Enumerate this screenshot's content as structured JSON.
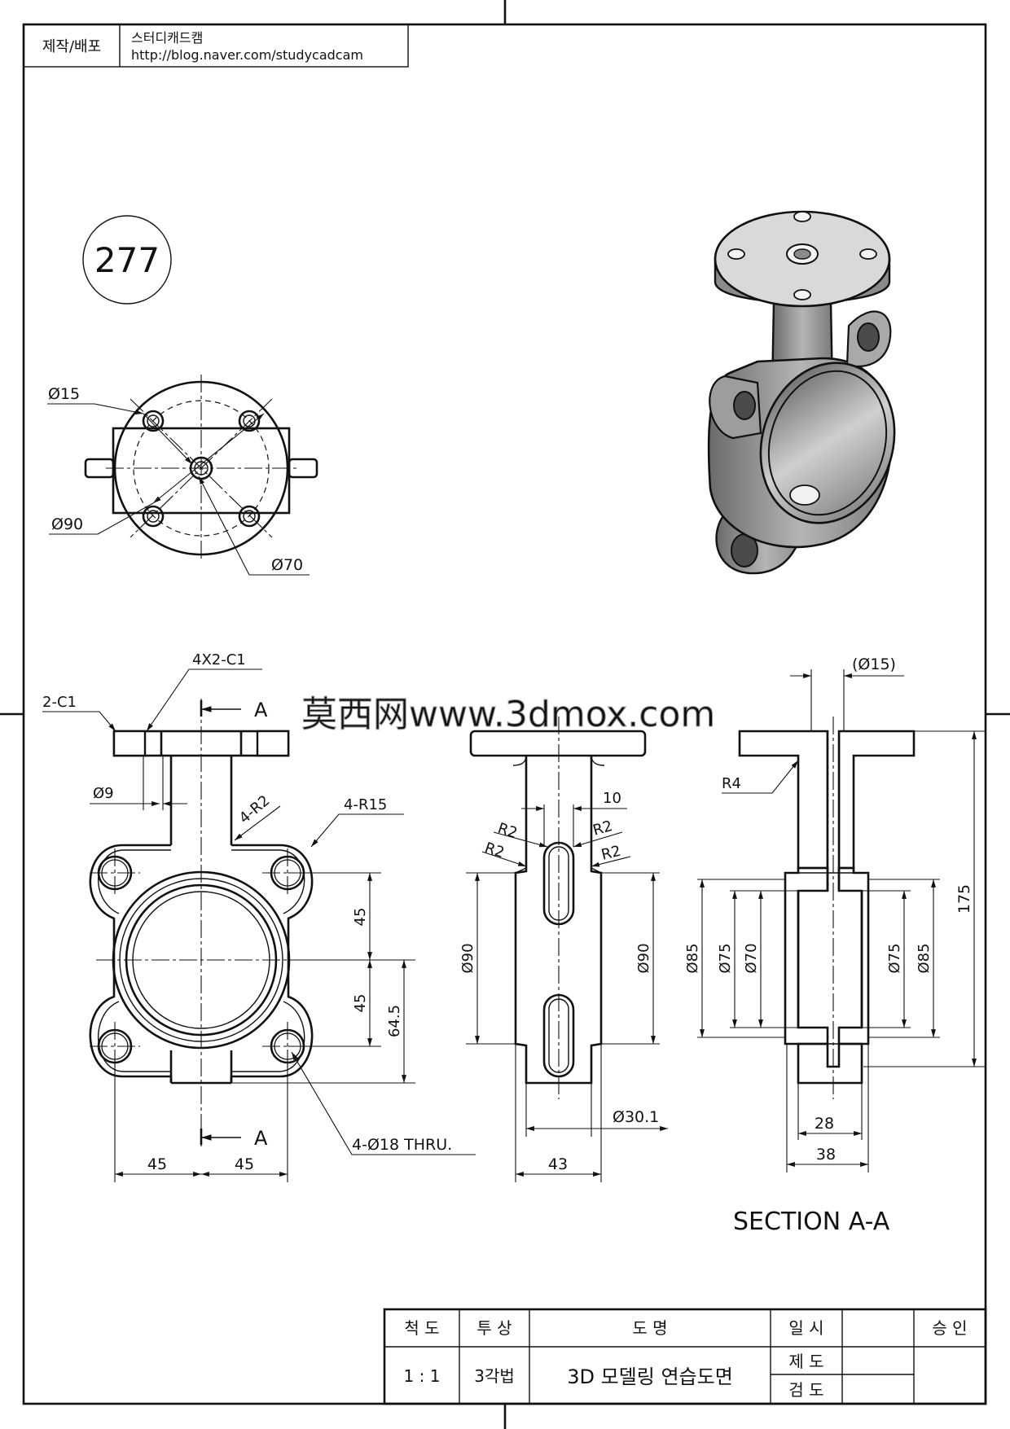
{
  "header": {
    "producer_label": "제작/배포",
    "producer_name": "스터디캐드캠",
    "producer_url": "http://blog.naver.com/studycadcam"
  },
  "drawing_number": "277",
  "watermark": "莫西网www.3dmox.com",
  "top_view": {
    "dims": {
      "hole_dia": "Ø15",
      "bolt_circle": "Ø90",
      "center_dia": "Ø70"
    }
  },
  "front_view": {
    "section_marker": "A",
    "dims": {
      "chamfer_4x": "4X2-C1",
      "chamfer_2": "2-C1",
      "stem_dia": "Ø9",
      "fillet_r2": "4-R2",
      "corner_r15": "4-R15",
      "h45_upper": "45",
      "h45_lower": "45",
      "h64_5": "64.5",
      "holes": "4-Ø18 THRU.",
      "w45_left": "45",
      "w45_right": "45"
    }
  },
  "side_view": {
    "dims": {
      "slot_w": "10",
      "r2_a": "R2",
      "r2_b": "R2",
      "r2_c": "R2",
      "r2_d": "R2",
      "dia90_left": "Ø90",
      "dia90_right": "Ø90",
      "neck_dia": "Ø30.1",
      "width_43": "43"
    }
  },
  "section_view": {
    "title": "SECTION A-A",
    "dims": {
      "bore_15": "(Ø15)",
      "r4": "R4",
      "height_175": "175",
      "d85_left": "Ø85",
      "d75_left": "Ø75",
      "d70": "Ø70",
      "d75_right": "Ø75",
      "d85_right": "Ø85",
      "w28": "28",
      "w38": "38"
    }
  },
  "title_block": {
    "h_scale": "척  도",
    "h_projection": "투  상",
    "h_name": "도     명",
    "h_date": "일  시",
    "h_approve": "승  인",
    "scale": "1 : 1",
    "projection": "3각법",
    "name": "3D 모델링 연습도면",
    "drawn": "제  도",
    "checked": "검  도"
  },
  "colors": {
    "line": "#111111",
    "iso_light": "#d9d9d9",
    "iso_mid": "#9a9a9a",
    "iso_dark": "#5e5e5e"
  }
}
